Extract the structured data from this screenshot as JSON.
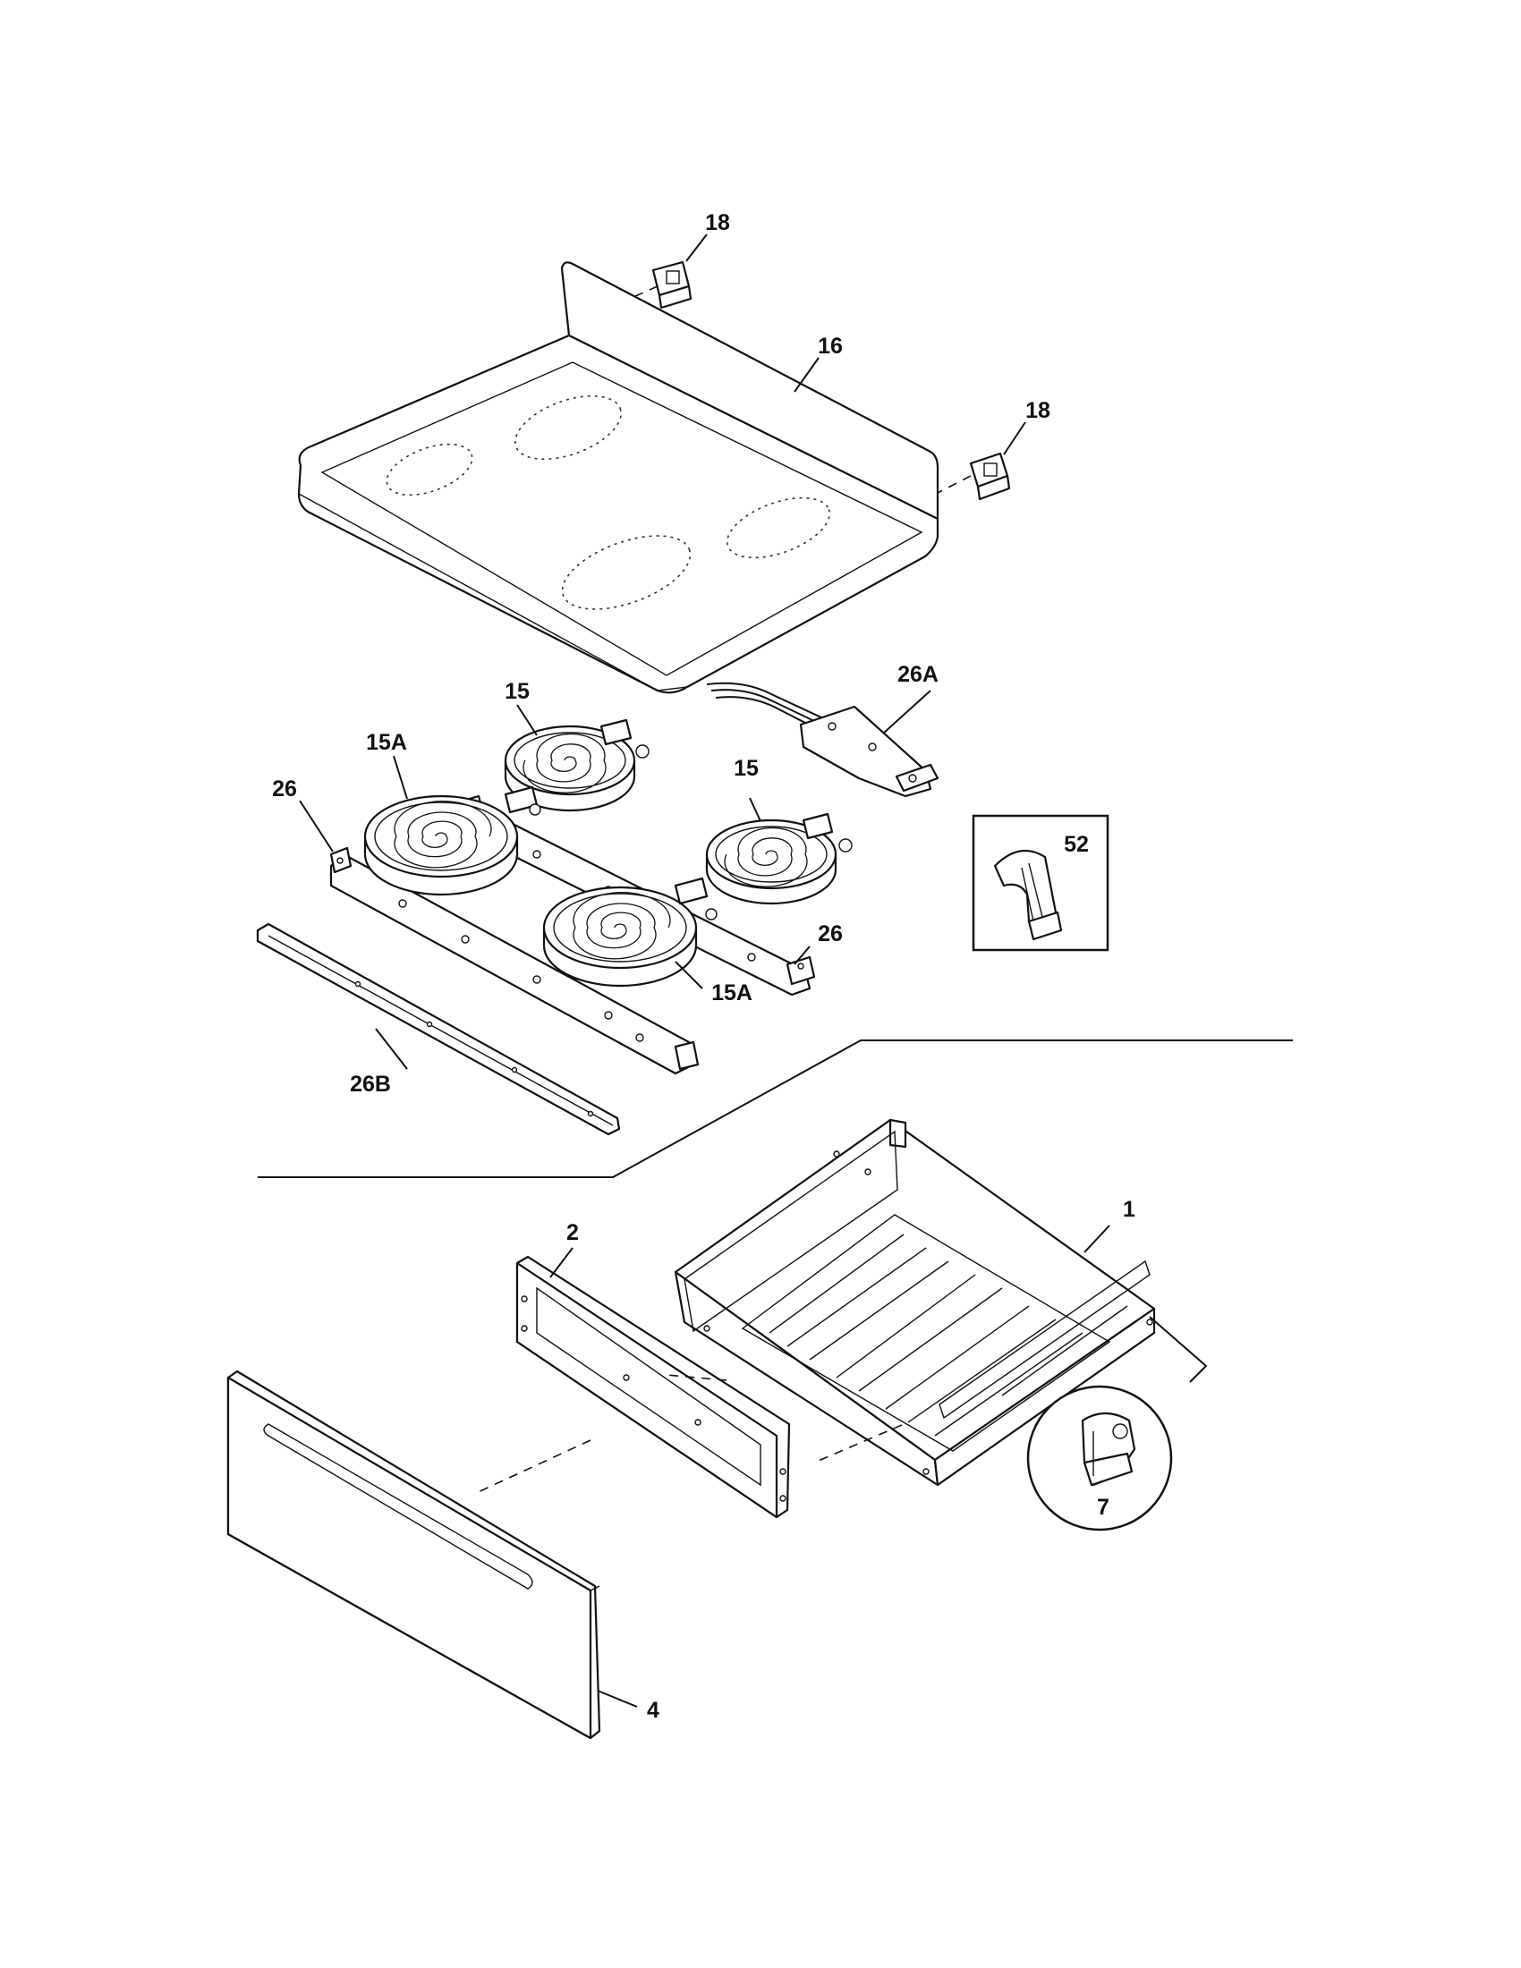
{
  "callouts": {
    "c18_top": "18",
    "c16": "16",
    "c18_right": "18",
    "c26A": "26A",
    "c15_top": "15",
    "c15A_left": "15A",
    "c26_left": "26",
    "c15_right": "15",
    "c52": "52",
    "c26_right": "26",
    "c15A_bottom": "15A",
    "c26B": "26B",
    "c1": "1",
    "c2": "2",
    "c7": "7",
    "c4": "4"
  }
}
